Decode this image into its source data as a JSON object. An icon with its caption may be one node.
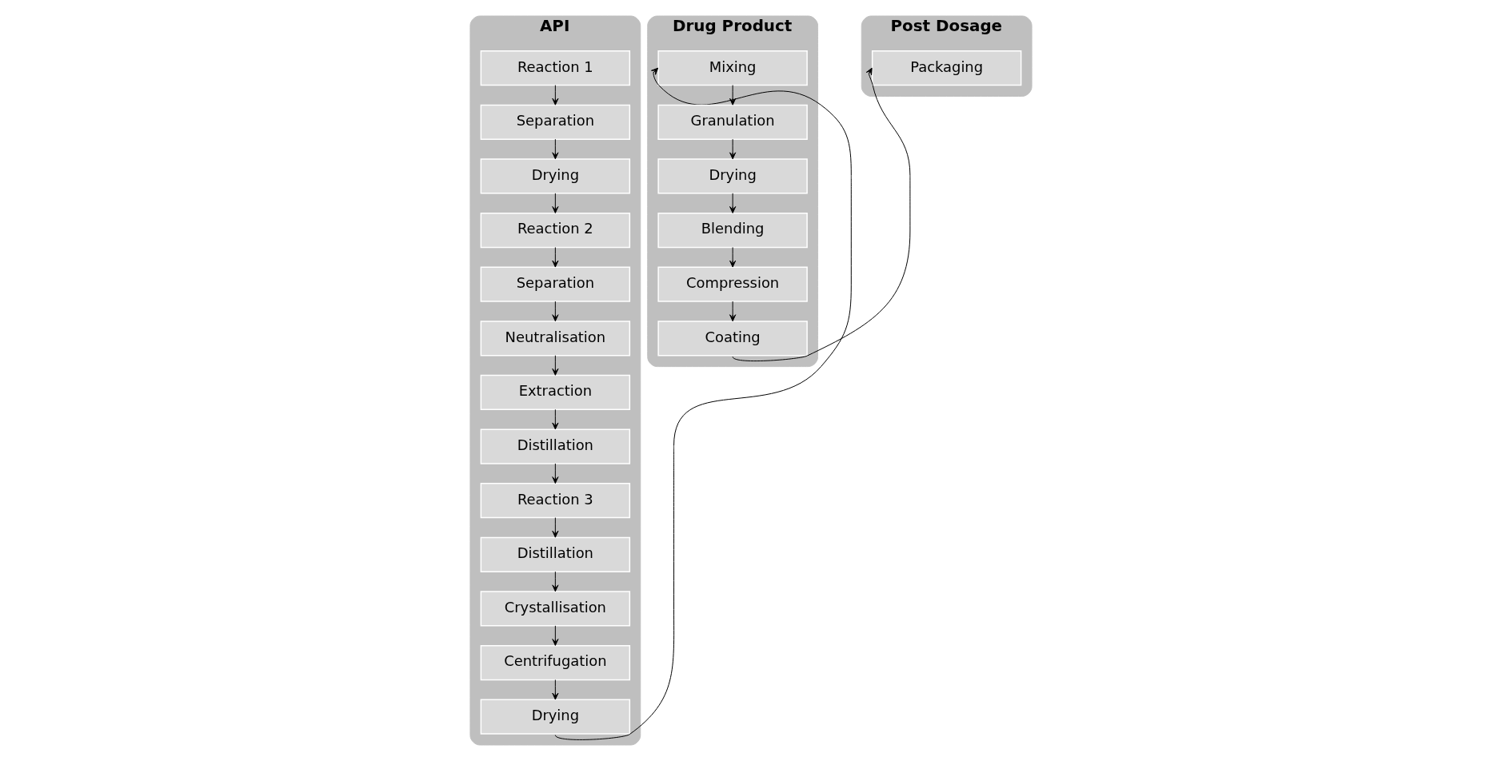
{
  "diagram": {
    "nodes": [
      {
        "text": [
          "API"
        ]
      },
      {
        "text": [
          "Reaction 1"
        ],
        "in": 0
      },
      {
        "text": [
          "Separation"
        ],
        "in": 0
      },
      {
        "text": [
          "Drying"
        ],
        "in": 0
      },
      {
        "text": [
          "Reaction 2"
        ],
        "in": 0
      },
      {
        "text": [
          "Separation"
        ],
        "in": 0
      },
      {
        "text": [
          "Neutralisation"
        ],
        "in": 0
      },
      {
        "text": [
          "Extraction"
        ],
        "in": 0
      },
      {
        "text": [
          "Distillation"
        ],
        "in": 0
      },
      {
        "text": [
          "Reaction 3"
        ],
        "in": 0
      },
      {
        "text": [
          "Distillation"
        ],
        "in": 0
      },
      {
        "text": [
          "Crystallisation"
        ],
        "in": 0
      },
      {
        "text": [
          "Centrifugation"
        ],
        "in": 0
      },
      {
        "text": [
          "Drying"
        ],
        "in": 0
      },
      {
        "text": [
          "Drug Product"
        ]
      },
      {
        "text": [
          "Mixing"
        ],
        "in": 14
      },
      {
        "text": [
          "Granulation"
        ],
        "in": 14
      },
      {
        "text": [
          "Drying"
        ],
        "in": 14
      },
      {
        "text": [
          "Blending"
        ],
        "in": 14
      },
      {
        "text": [
          "Compression"
        ],
        "in": 14
      },
      {
        "text": [
          "Coating"
        ],
        "in": 14
      },
      {
        "text": [
          "Post Dosage"
        ]
      },
      {
        "text": [
          "Packaging"
        ],
        "in": 21
      }
    ],
    "edges": [
      {
        "from": 1,
        "to": 2,
        "arrow": "to"
      },
      {
        "from": 2,
        "to": 3,
        "arrow": "to"
      },
      {
        "from": 3,
        "to": 4,
        "arrow": "to"
      },
      {
        "from": 4,
        "to": 5,
        "arrow": "to"
      },
      {
        "from": 5,
        "to": 6,
        "arrow": "to"
      },
      {
        "from": 6,
        "to": 7,
        "arrow": "to"
      },
      {
        "from": 7,
        "to": 8,
        "arrow": "to"
      },
      {
        "from": 8,
        "to": 9,
        "arrow": "to"
      },
      {
        "from": 9,
        "to": 10,
        "arrow": "to"
      },
      {
        "from": 10,
        "to": 11,
        "arrow": "to"
      },
      {
        "from": 11,
        "to": 12,
        "arrow": "to"
      },
      {
        "from": 12,
        "to": 13,
        "arrow": "to"
      },
      {
        "from": 13,
        "to": 15,
        "arrow": "to"
      },
      {
        "from": 15,
        "to": 16,
        "arrow": "to"
      },
      {
        "from": 16,
        "to": 17,
        "arrow": "to"
      },
      {
        "from": 17,
        "to": 18,
        "arrow": "to"
      },
      {
        "from": 18,
        "to": 19,
        "arrow": "to"
      },
      {
        "from": 19,
        "to": 20,
        "arrow": "to"
      },
      {
        "from": 20,
        "to": 22,
        "arrow": "to"
      }
    ]
  }
}
